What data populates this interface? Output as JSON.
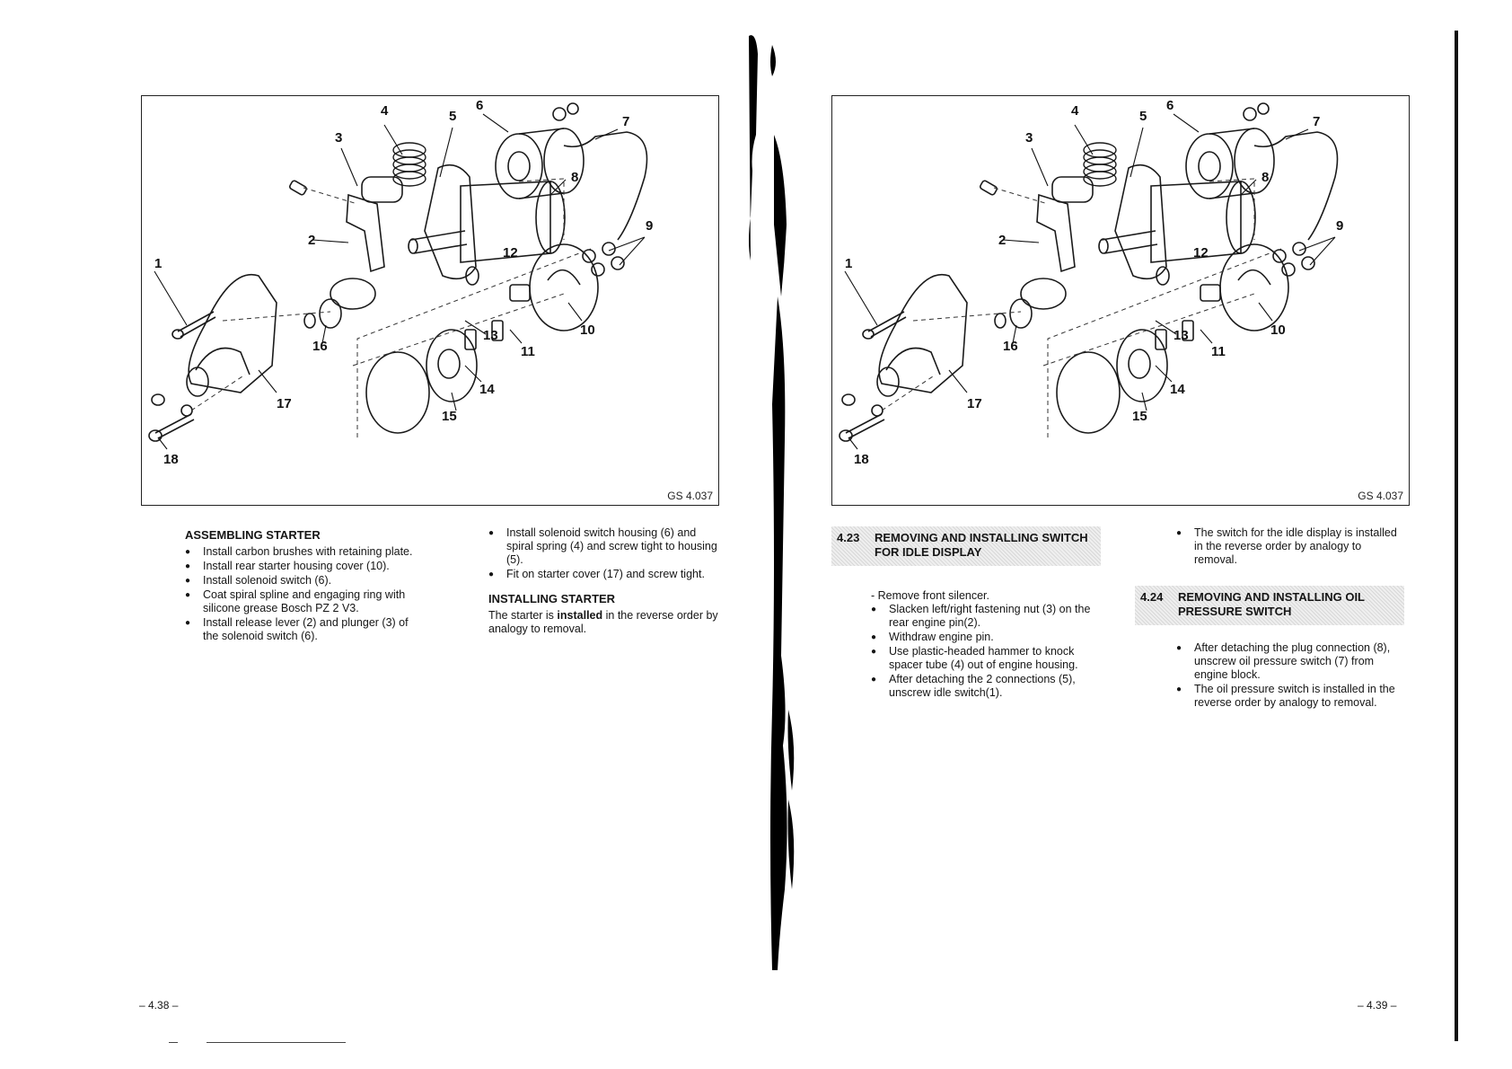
{
  "left_page": {
    "figure": {
      "callouts": [
        "1",
        "2",
        "3",
        "4",
        "5",
        "6",
        "7",
        "8",
        "9",
        "10",
        "11",
        "12",
        "13",
        "14",
        "15",
        "16",
        "17",
        "18"
      ],
      "ref": "GS 4.037"
    },
    "col1": {
      "heading": "ASSEMBLING STARTER",
      "bullets": [
        "Install carbon brushes with retaining plate.",
        "Install rear starter housing cover (10).",
        "Install solenoid switch (6).",
        "Coat spiral spline and engaging ring with silicone grease Bosch PZ 2 V3.",
        "Install release lever (2) and plunger (3) of the solenoid switch (6)."
      ]
    },
    "col2": {
      "bullets": [
        "Install solenoid switch housing (6) and spiral spring (4) and screw tight to housing (5).",
        "Fit on starter cover (17) and screw tight."
      ],
      "heading": "INSTALLING STARTER",
      "text_before": "The starter is ",
      "text_bold": "installed",
      "text_after": " in the reverse order by analogy to removal."
    },
    "page_number": "– 4.38 –"
  },
  "right_page": {
    "figure": {
      "callouts": [
        "1",
        "2",
        "3",
        "4",
        "5",
        "6",
        "7",
        "8",
        "9",
        "10",
        "11",
        "12",
        "13",
        "14",
        "15",
        "16",
        "17",
        "18"
      ],
      "ref": "GS 4.037"
    },
    "section_423": {
      "number": "4.23",
      "title": "REMOVING AND INSTALLING SWITCH FOR IDLE DISPLAY"
    },
    "col1": {
      "plain": "- Remove front silencer.",
      "bullets": [
        "Slacken left/right fastening nut (3) on the rear engine pin(2).",
        "Withdraw engine pin.",
        "Use plastic-headed hammer to knock spacer tube (4) out of engine housing.",
        "After detaching the 2 connections (5), unscrew idle switch(1)."
      ]
    },
    "col2": {
      "bullets_top": [
        "The switch for the idle display is installed in the reverse order by analogy to removal."
      ]
    },
    "section_424": {
      "number": "4.24",
      "title": "REMOVING AND INSTALLING OIL PRESSURE SWITCH"
    },
    "col2_after": {
      "bullets": [
        "After detaching the plug connection (8), unscrew oil pressure switch (7) from engine block.",
        "The oil pressure switch is installed in the reverse order by analogy to removal."
      ]
    },
    "page_number": "– 4.39 –"
  }
}
